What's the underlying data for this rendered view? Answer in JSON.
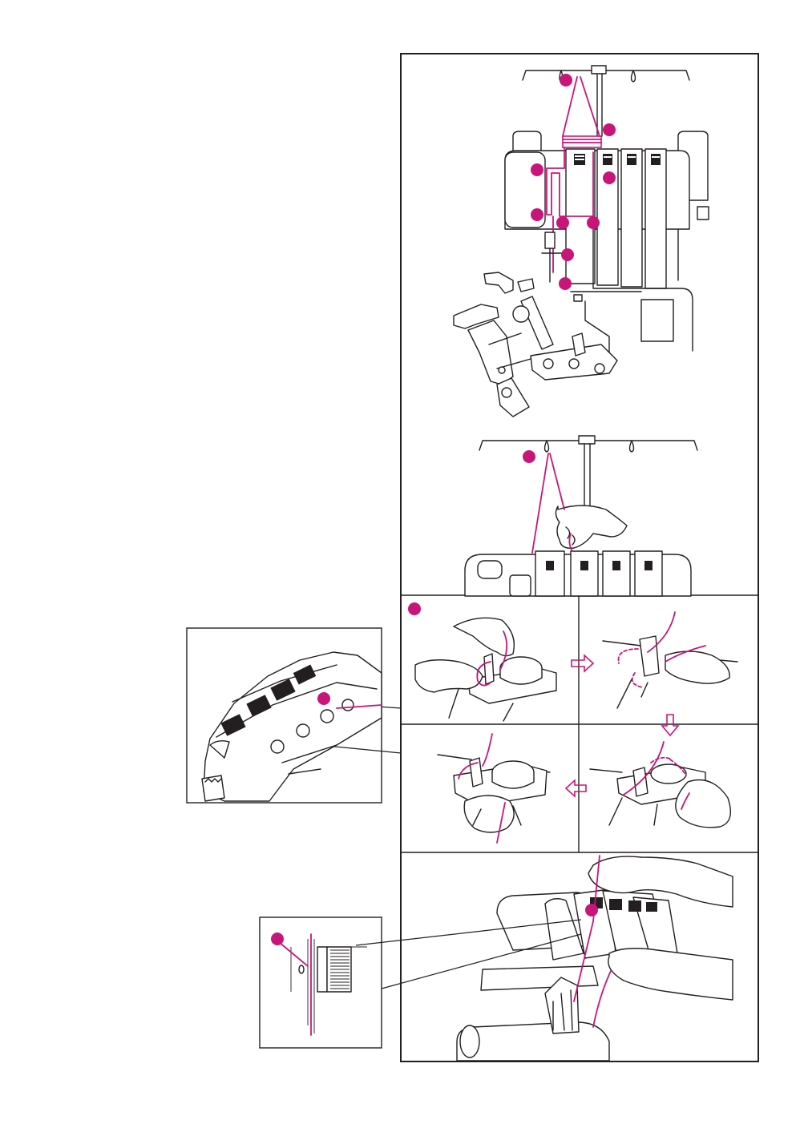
{
  "colors": {
    "line": "#231f20",
    "accent": "#c8157a",
    "background": "#ffffff"
  },
  "figures": [
    {
      "name": "machine-threading-overview",
      "icon": "serger-threading-path-illustration"
    },
    {
      "name": "thread-stand-hand",
      "icon": "thread-stand-pull-illustration"
    },
    {
      "name": "tension-dial-step-1",
      "icon": "tension-disc-hands-illustration"
    },
    {
      "name": "tension-dial-step-2",
      "icon": "tension-disc-rotate-illustration"
    },
    {
      "name": "tension-dial-step-3",
      "icon": "tension-disc-rotate-illustration"
    },
    {
      "name": "tension-dial-step-4",
      "icon": "tension-disc-hands-illustration"
    },
    {
      "name": "tension-detail-inset",
      "icon": "tension-dial-closeup-illustration"
    },
    {
      "name": "needle-threading-hands",
      "icon": "threading-hands-illustration"
    },
    {
      "name": "needle-detail-inset",
      "icon": "needle-eye-closeup-illustration"
    }
  ],
  "arrows": [
    "right",
    "down",
    "left"
  ]
}
